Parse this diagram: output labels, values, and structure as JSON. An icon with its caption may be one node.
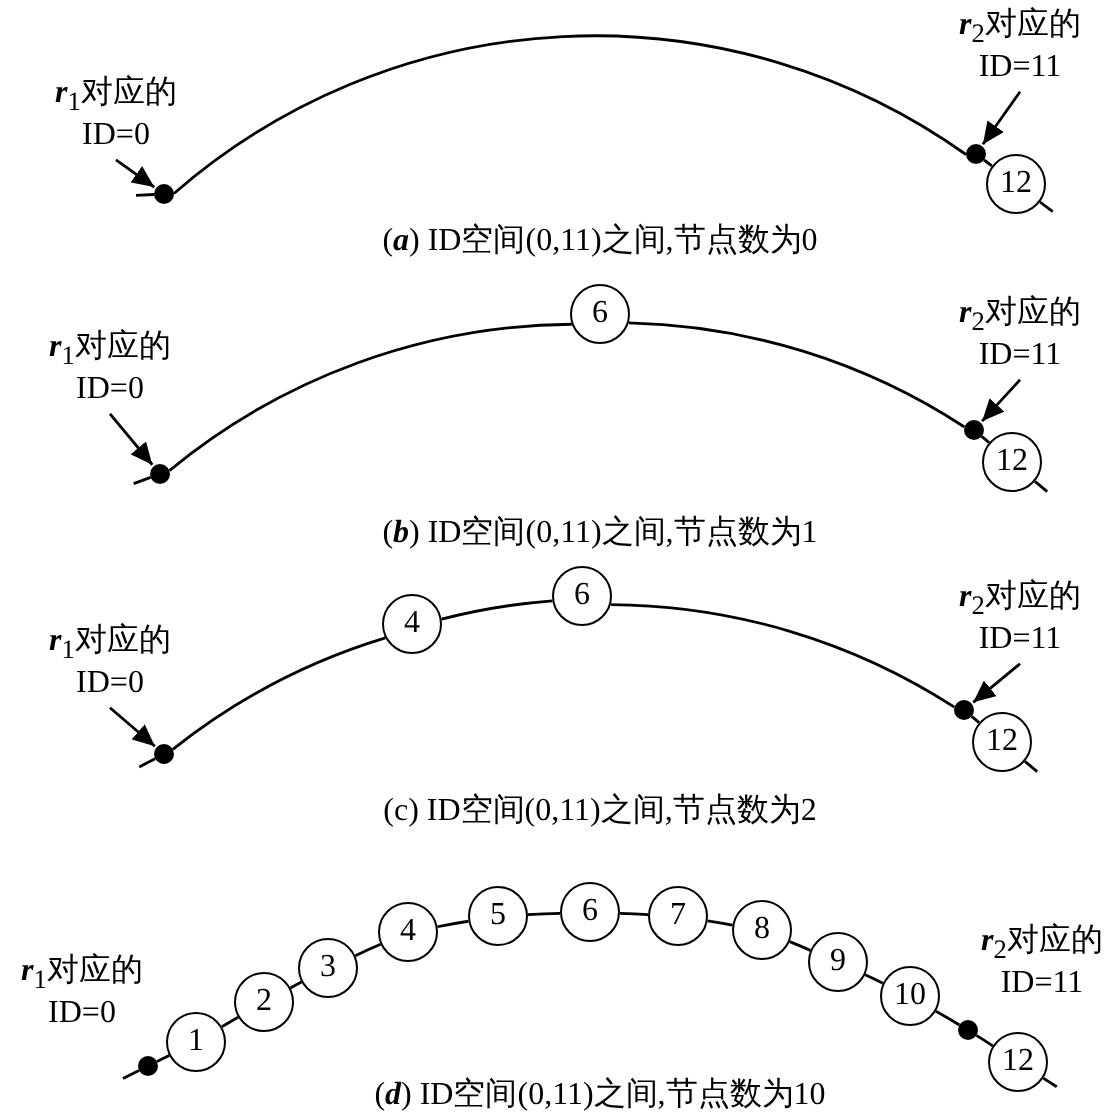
{
  "diagram": {
    "nodes": [
      {
        "text": [
          "*r*$_{1}$对应的 ID=0"
        ]
      },
      {
        "text": [
          "*r*$_{2}$对应的 ID=11"
        ]
      },
      {
        "text": [],
        "shape": "circle"
      },
      {
        "text": [],
        "shape": "circle"
      },
      {
        "text": [
          "12"
        ]
      },
      {
        "text": [
          "*r*$_{1}$对应的 ID=0"
        ]
      },
      {
        "text": [
          "*r*$_{2}$对应的 ID=11"
        ]
      },
      {
        "text": [],
        "shape": "circle"
      },
      {
        "text": [
          "6"
        ]
      },
      {
        "text": [],
        "shape": "circle"
      },
      {
        "text": [
          "12"
        ]
      },
      {
        "text": [
          "*r*$_{1}$对应的 ID=0"
        ]
      },
      {
        "text": [
          "*r*$_{2}$对应的 ID=11"
        ]
      },
      {
        "text": [],
        "shape": "circle"
      },
      {
        "text": [
          "4"
        ]
      },
      {
        "text": [
          "6"
        ]
      },
      {
        "text": [],
        "shape": "circle"
      },
      {
        "text": [
          "12"
        ]
      },
      {
        "text": [
          "*r*$_{1}$对应的 ID=0"
        ]
      },
      {
        "text": [
          "*r*$_{2}$对应的 ID=11"
        ]
      },
      {
        "text": [],
        "shape": "circle"
      },
      {
        "text": [
          "1"
        ]
      },
      {
        "text": [
          "2"
        ]
      },
      {
        "text": [
          "3"
        ]
      },
      {
        "text": [
          "4"
        ]
      },
      {
        "text": [
          "5"
        ]
      },
      {
        "text": [
          "6"
        ]
      },
      {
        "text": [
          "7"
        ]
      },
      {
        "text": [
          "8"
        ]
      },
      {
        "text": [
          "9"
        ]
      },
      {
        "text": [
          "10"
        ]
      },
      {
        "text": [],
        "shape": "circle"
      },
      {
        "text": [
          "12"
        ]
      }
    ],
    "edges": [
      {
        "from": null,
        "to": 2,
        "arrow": "none"
      },
      {
        "from": 2,
        "to": 3,
        "arrow": "none"
      },
      {
        "from": 3,
        "to": 4,
        "arrow": "none"
      },
      {
        "from": 4,
        "to": null,
        "arrow": "none"
      },
      {
        "from": 0,
        "to": 2,
        "arrow": "to"
      },
      {
        "from": 1,
        "to": 3,
        "arrow": "to"
      },
      {
        "from": null,
        "to": 7,
        "arrow": "none"
      },
      {
        "from": 7,
        "to": 8,
        "arrow": "none"
      },
      {
        "from": 8,
        "to": 9,
        "arrow": "none"
      },
      {
        "from": 9,
        "to": 10,
        "arrow": "none"
      },
      {
        "from": 10,
        "to": null,
        "arrow": "none"
      },
      {
        "from": 5,
        "to": 7,
        "arrow": "to"
      },
      {
        "from": 6,
        "to": 9,
        "arrow": "to"
      },
      {
        "from": null,
        "to": 13,
        "arrow": "none"
      },
      {
        "from": 13,
        "to": 14,
        "arrow": "none"
      },
      {
        "from": 14,
        "to": 15,
        "arrow": "none"
      },
      {
        "from": 15,
        "to": 16,
        "arrow": "none"
      },
      {
        "from": 16,
        "to": 17,
        "arrow": "none"
      },
      {
        "from": 17,
        "to": null,
        "arrow": "none"
      },
      {
        "from": 11,
        "to": 13,
        "arrow": "to"
      },
      {
        "from": 12,
        "to": 16,
        "arrow": "to"
      },
      {
        "from": null,
        "to": 20,
        "arrow": "none"
      },
      {
        "from": 20,
        "to": 21,
        "arrow": "none"
      },
      {
        "from": 21,
        "to": 22,
        "arrow": "none"
      },
      {
        "from": 22,
        "to": 23,
        "arrow": "none"
      },
      {
        "from": 23,
        "to": 24,
        "arrow": "none"
      },
      {
        "from": 24,
        "to": 25,
        "arrow": "none"
      },
      {
        "from": 25,
        "to": 26,
        "arrow": "none"
      },
      {
        "from": 26,
        "to": 27,
        "arrow": "none"
      },
      {
        "from": 27,
        "to": 28,
        "arrow": "none"
      },
      {
        "from": 28,
        "to": 29,
        "arrow": "none"
      },
      {
        "from": 29,
        "to": 30,
        "arrow": "none"
      },
      {
        "from": 30,
        "to": 31,
        "arrow": "none"
      },
      {
        "from": 31,
        "to": 32,
        "arrow": "none"
      },
      {
        "from": 32,
        "to": null,
        "arrow": "none"
      }
    ],
    "labels": [
      "(*a*) ID空间(0,11)之间,节点数为0",
      "(*b*) ID空间(0,11)之间,节点数为1",
      "(c) ID空间(0,11)之间,节点数为2",
      "(*d*) ID空间(0,11)之间,节点数为10"
    ]
  }
}
